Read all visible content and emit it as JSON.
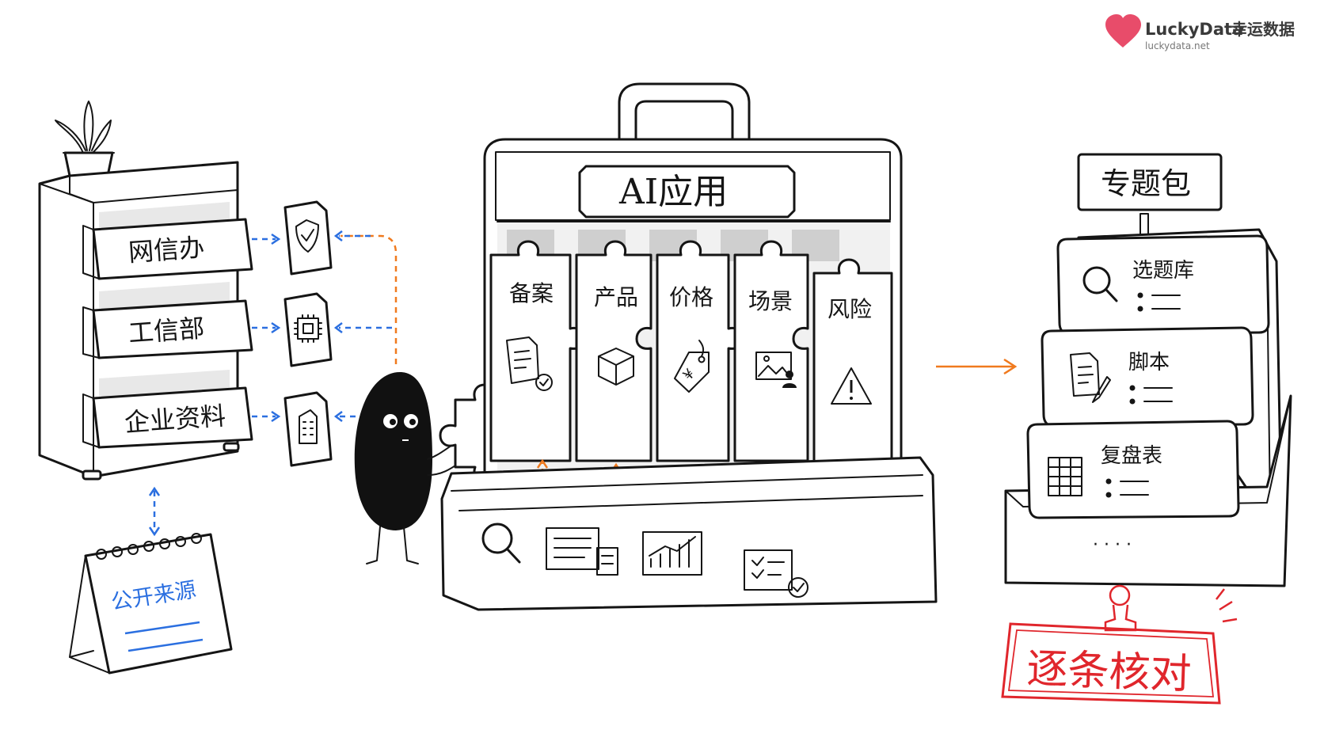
{
  "logo": {
    "brand": "LuckyData",
    "brand_cn": "幸运数据",
    "url": "luckydata.net",
    "color": "#e84c6a"
  },
  "sources": {
    "drawers": [
      {
        "label": "网信办",
        "doc_icon": "shield-check-icon"
      },
      {
        "label": "工信部",
        "doc_icon": "chip-icon"
      },
      {
        "label": "企业资料",
        "doc_icon": "building-icon"
      }
    ],
    "calendar_label": "公开来源"
  },
  "toolbox": {
    "title": "AI应用",
    "tabs": [
      {
        "label": "备案",
        "icon": "document-seal-icon"
      },
      {
        "label": "产品",
        "icon": "cube-icon"
      },
      {
        "label": "价格",
        "icon": "price-tag-icon"
      },
      {
        "label": "场景",
        "icon": "picture-person-icon"
      },
      {
        "label": "风险",
        "icon": "warning-icon"
      }
    ],
    "tray_icons": [
      "magnifier-icon",
      "report-cards-icon",
      "bar-chart-icon",
      "checklist-icon"
    ]
  },
  "package": {
    "sign": "专题包",
    "cards": [
      {
        "label": "选题库",
        "icon": "magnifier-icon"
      },
      {
        "label": "脚本",
        "icon": "document-pen-icon"
      },
      {
        "label": "复盘表",
        "icon": "table-icon"
      }
    ],
    "more": "· · · ·"
  },
  "stamp": {
    "text": "逐条核对",
    "color": "#e0262c"
  },
  "colors": {
    "ink": "#151515",
    "blue": "#2b6fe0",
    "orange": "#f07a1e"
  }
}
